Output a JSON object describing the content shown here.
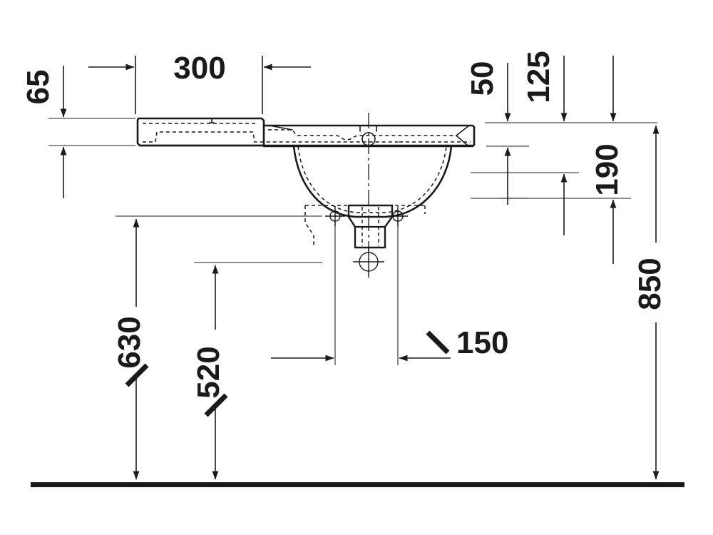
{
  "drawing": {
    "type": "technical-dimension-drawing",
    "subject": "wall-mounted washbasin side elevation",
    "units": "mm",
    "background_color": "#ffffff",
    "line_color": "#1a1a1a",
    "thin_line_color": "#4a4a4a",
    "text_color": "#1a1a1a"
  },
  "dimensions": {
    "basin_thickness": "65",
    "shelf_length": "300",
    "top_to_rim_underside": "50",
    "top_to_bowl_base": "125",
    "top_to_bowl_bottom": "190",
    "floor_to_upper_fixing": "630",
    "floor_to_lower_fixing": "520",
    "fixing_hole_spacing": "150",
    "floor_to_basin_top": "850"
  },
  "labels": [
    {
      "id": "d65",
      "value": "65",
      "orientation": "vertical"
    },
    {
      "id": "d300",
      "value": "300",
      "orientation": "horizontal"
    },
    {
      "id": "d50",
      "value": "50",
      "orientation": "vertical"
    },
    {
      "id": "d125",
      "value": "125",
      "orientation": "vertical"
    },
    {
      "id": "d190",
      "value": "190",
      "orientation": "vertical"
    },
    {
      "id": "d630",
      "value": "630",
      "orientation": "vertical"
    },
    {
      "id": "d520",
      "value": "520",
      "orientation": "vertical"
    },
    {
      "id": "d150",
      "value": "150",
      "orientation": "horizontal"
    },
    {
      "id": "d850",
      "value": "850",
      "orientation": "vertical"
    }
  ],
  "features": {
    "floor_line": "floor datum line",
    "basin_body": "washbasin outline with shelf and bowl",
    "drain_outlet": "waste outlet stub",
    "overflow": "overflow hole",
    "fixing_holes": "wall fixing hole crosshairs",
    "trap_centre": "trap centre crosshair"
  }
}
